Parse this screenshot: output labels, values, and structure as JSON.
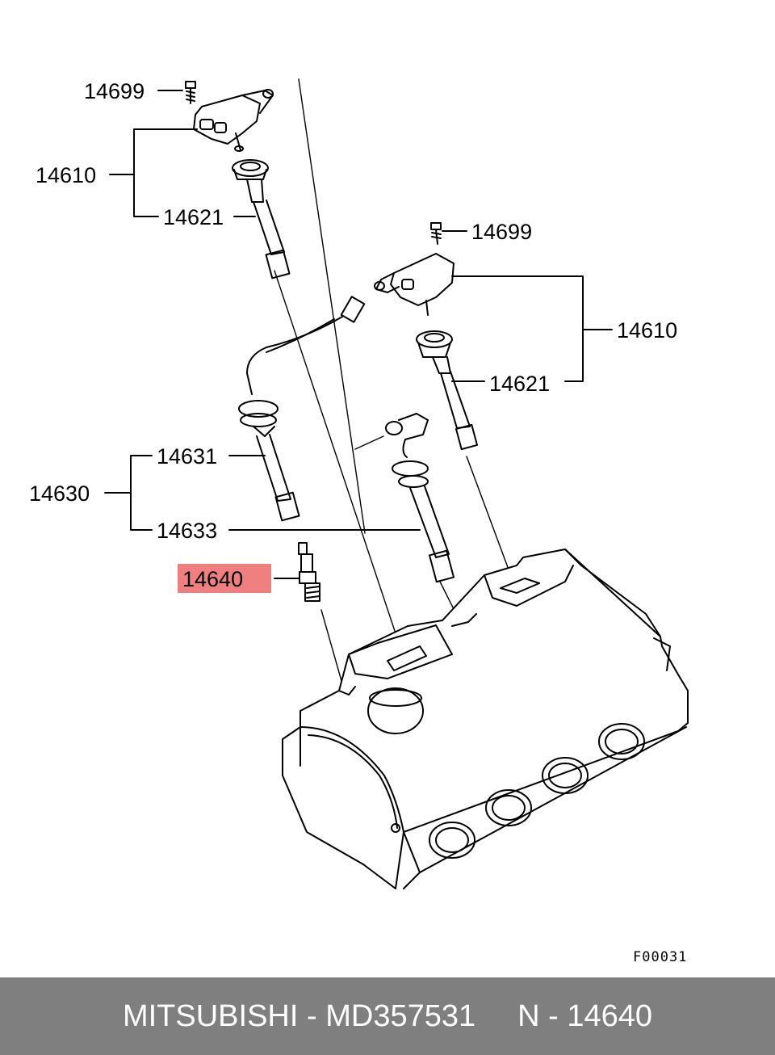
{
  "callouts": {
    "top_left_bolt": "14699",
    "top_left_coil": "14610",
    "top_left_boot": "14621",
    "right_bolt": "14699",
    "right_coil": "14610",
    "right_boot": "14621",
    "wire_left": "14631",
    "wire_set": "14630",
    "wire_right": "14633",
    "spark_plug": "14640"
  },
  "highlight_color": "#f08080",
  "figure_ref": "F00031",
  "footer": {
    "brand": "MITSUBISHI",
    "separator": "-",
    "part_number": "MD357531",
    "ref_prefix": "N",
    "ref_separator": "-",
    "ref_number": "14640"
  }
}
